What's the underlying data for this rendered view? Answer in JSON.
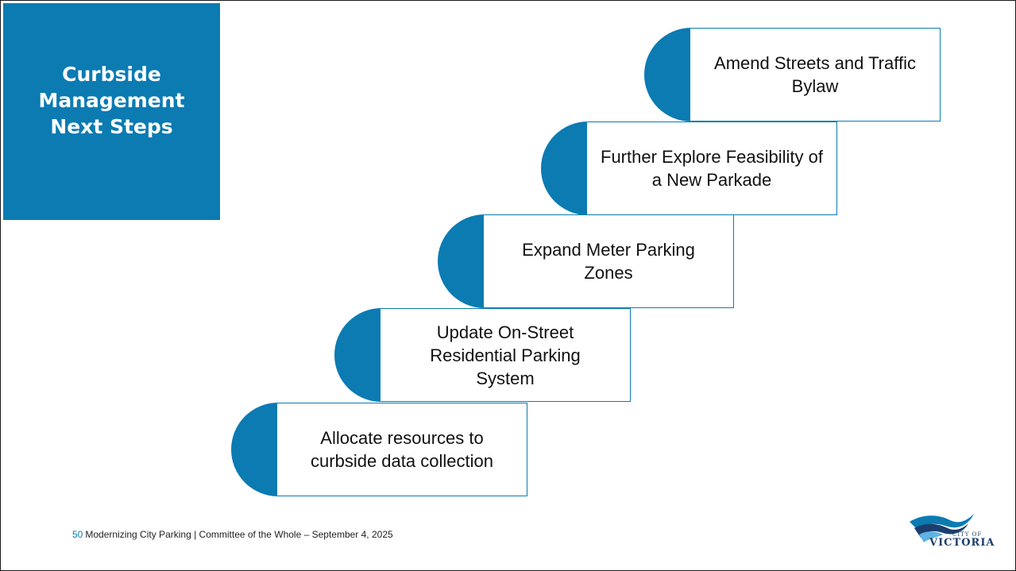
{
  "title": {
    "lines": [
      "Curbside",
      "Management",
      "Next Steps"
    ]
  },
  "steps": [
    {
      "label": "Allocate resources to curbside data collection"
    },
    {
      "label": "Update On-Street Residential Parking System"
    },
    {
      "label": "Expand Meter Parking Zones"
    },
    {
      "label": "Further Explore Feasibility of a New Parkade"
    },
    {
      "label": "Amend Streets and Traffic Bylaw"
    }
  ],
  "footer": {
    "page_number": "50",
    "text": "Modernizing City Parking | Committee of the Whole – September 4, 2025"
  },
  "logo": {
    "small_text": "CITY OF",
    "big_text": "VICTORIA"
  },
  "colors": {
    "accent": "#0b7bb2",
    "logo": "#1b3e6f"
  }
}
